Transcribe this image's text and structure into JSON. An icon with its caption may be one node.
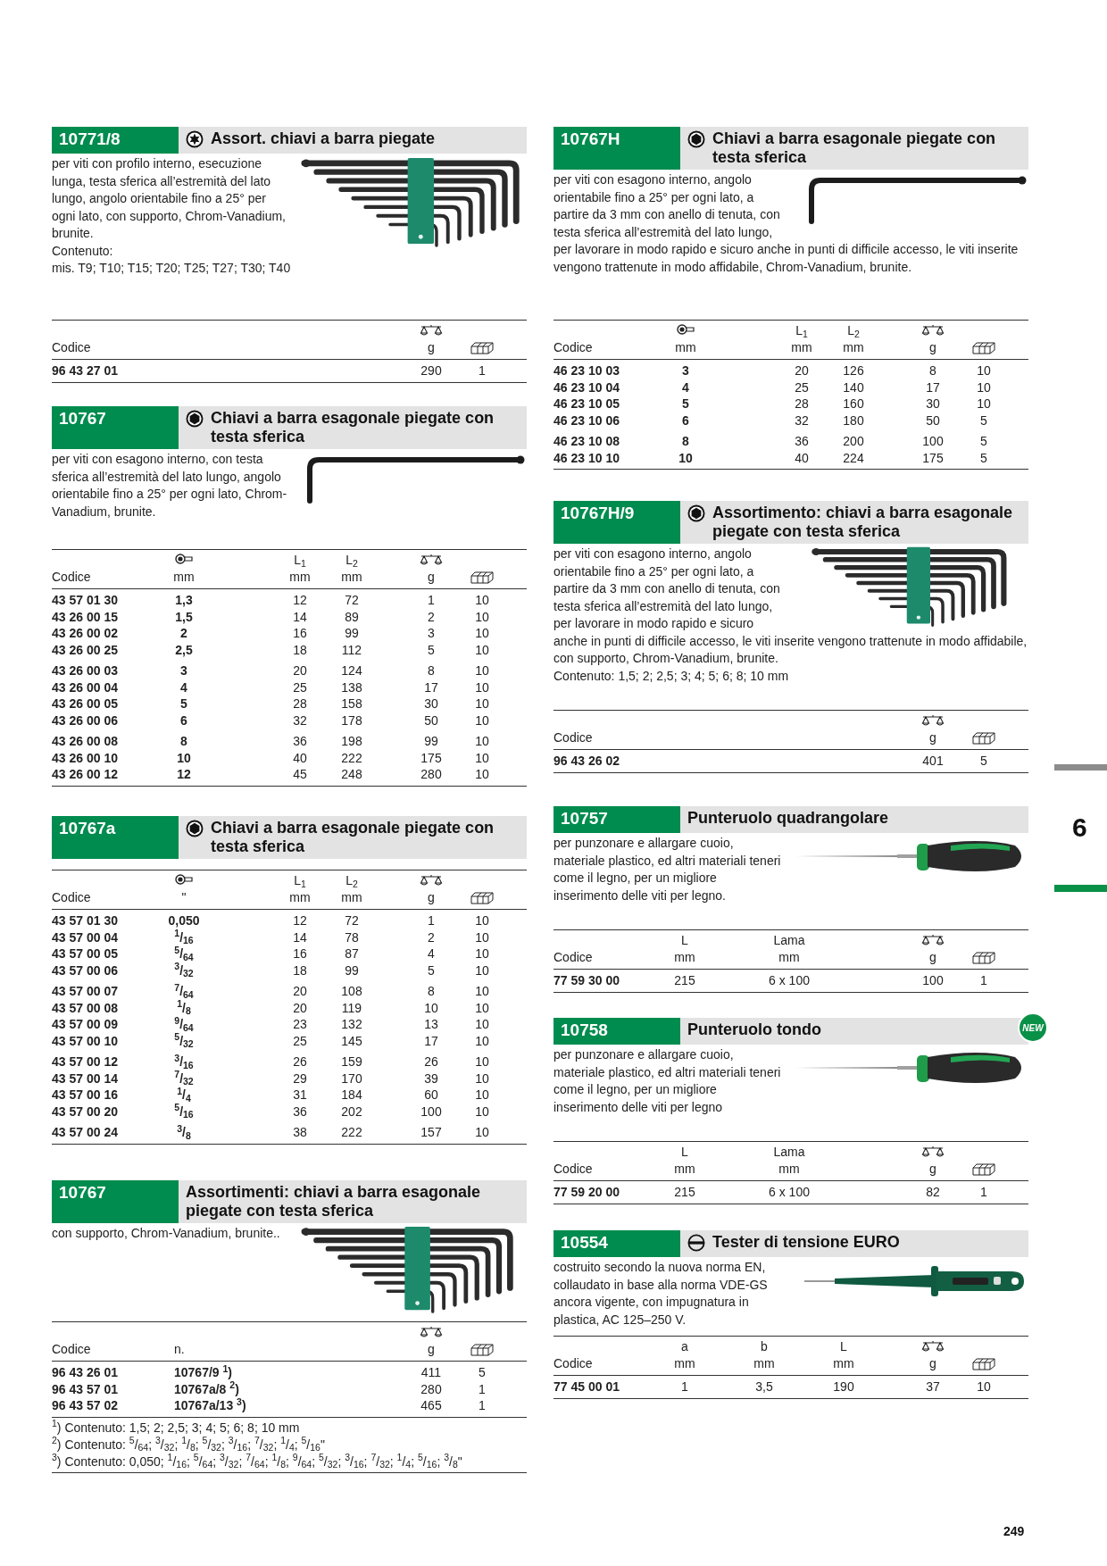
{
  "diagram": {
    "nodes": [
      {
        "text": [
          "10771/8",
          "Assort. chiavi a barra piegate"
        ]
      },
      {
        "text": [
          "10767",
          "Chiavi a barra esagonale piegate con testa sferica"
        ]
      },
      {
        "text": [
          "10767a",
          "Chiavi a barra esagonale piegate con testa sferica"
        ]
      },
      {
        "text": [
          "10767",
          "Assortimenti: chiavi a barra esagonale piegate con testa sferica"
        ]
      },
      {
        "text": [
          "10767H",
          "Chiavi a barra esagonale piegate con testa sferica"
        ]
      },
      {
        "text": [
          "10767H/9",
          "Assortimento: chiavi a barra esagonale piegate con testa sferica"
        ]
      },
      {
        "text": [
          "10757",
          "Punteruolo quadrangolare"
        ]
      },
      {
        "text": [
          "10758",
          "Punteruolo tondo"
        ]
      },
      {
        "text": [
          "NEW"
        ]
      },
      {
        "text": [
          "10554",
          "Tester di tensione EURO"
        ]
      }
    ],
    "labels": [
      "per viti con profilo interno, esecuzione lunga, testa sferica all’estremità del lato lungo, angolo orientabile fino a 25° per ogni lato, con supporto, Chrom-Vanadium, brunite.",
      "Contenuto:",
      "mis. T9; T10; T15; T20; T25; T27; T30; T40",
      "Codice",
      "g",
      "96 43 27 01",
      "290",
      "1",
      "per viti con esagono interno, con testa sferica all’estremità del lato lungo, angolo orientabile fino a 25° per ogni lato, Chrom-Vanadium, brunite.",
      "L$_{1}$",
      "L$_{2}$",
      "Codice",
      "mm",
      "mm",
      "mm",
      "g",
      "43 57 01 30",
      "1,3",
      "12",
      "72",
      "1",
      "10",
      "43 26 00 15",
      "1,5",
      "14",
      "89",
      "2",
      "10",
      "43 26 00 02",
      "2",
      "16",
      "99",
      "3",
      "10",
      "43 26 00 25",
      "2,5",
      "18",
      "112",
      "5",
      "10",
      "43 26 00 03",
      "3",
      "20",
      "124",
      "8",
      "10",
      "43 26 00 04",
      "4",
      "25",
      "138",
      "17",
      "10",
      "43 26 00 05",
      "5",
      "28",
      "158",
      "30",
      "10",
      "43 26 00 06",
      "6",
      "32",
      "178",
      "50",
      "10",
      "43 26 00 08",
      "8",
      "36",
      "198",
      "99",
      "10",
      "43 26 00 10",
      "10",
      "40",
      "222",
      "175",
      "10",
      "43 26 00 12",
      "12",
      "45",
      "248",
      "280",
      "10",
      "L$_{1}$",
      "L$_{2}$",
      "Codice",
      "\"",
      "mm",
      "mm",
      "g",
      "43 57 01 30",
      "0,050",
      "12",
      "72",
      "1",
      "10",
      "43 57 00 04",
      "$^{1}$/$_{16}$",
      "14",
      "78",
      "2",
      "10",
      "43 57 00 05",
      "$^{5}$/$_{64}$",
      "16",
      "87",
      "4",
      "10",
      "43 57 00 06",
      "$^{3}$/$_{32}$",
      "18",
      "99",
      "5",
      "10",
      "43 57 00 07",
      "$^{7}$/$_{64}$",
      "20",
      "108",
      "8",
      "10",
      "43 57 00 08",
      "$^{1}$/$_{8}$",
      "20",
      "119",
      "10",
      "10",
      "43 57 00 09",
      "$^{9}$/$_{64}$",
      "23",
      "132",
      "13",
      "10",
      "43 57 00 10",
      "$^{5}$/$_{32}$",
      "25",
      "145",
      "17",
      "10",
      "43 57 00 12",
      "$^{3}$/$_{16}$",
      "26",
      "159",
      "26",
      "10",
      "43 57 00 14",
      "$^{7}$/$_{32}$",
      "29",
      "170",
      "39",
      "10",
      "43 57 00 16",
      "$^{1}$/$_{4}$",
      "31",
      "184",
      "60",
      "10",
      "43 57 00 20",
      "$^{5}$/$_{16}$",
      "36",
      "202",
      "100",
      "10",
      "43 57 00 24",
      "$^{3}$/$_{8}$",
      "38",
      "222",
      "157",
      "10",
      "con supporto, Chrom-Vanadium, brunite..",
      "Codice",
      "n.",
      "g",
      "96 43 26 01",
      "10767/9 $^{1}$)",
      "411",
      "5",
      "96 43 57 01",
      "10767a/8 $^{2}$)",
      "280",
      "1",
      "96 43 57 02",
      "10767a/13 $^{3}$)",
      "465",
      "1",
      "$^{1}$) Contenuto: 1,5; 2; 2,5; 3; 4; 5; 6; 8; 10 mm",
      "$^{2}$) Contenuto: $^{5}$/$_{64}$; $^{3}$/$_{32}$; $^{1}$/$_{8}$; $^{5}$/$_{32}$; $^{3}$/$_{16}$; $^{7}$/$_{32}$; $^{1}$/$_{4}$; $^{5}$/$_{16}$\"",
      "$^{3}$) Contenuto: 0,050; $^{1}$/$_{16}$; $^{5}$/$_{64}$; $^{3}$/$_{32}$; $^{7}$/$_{64}$; $^{1}$/$_{8}$; $^{9}$/$_{64}$; $^{5}$/$_{32}$; $^{3}$/$_{16}$; $^{7}$/$_{32}$; $^{1}$/$_{4}$; $^{5}$/$_{16}$; $^{3}$/$_{8}$\"",
      "per viti con esagono interno, angolo orientabile fino a 25° per ogni lato, a partire da 3 mm con anello di tenuta, con testa sferica all’estremità del lato lungo, per lavorare in modo rapido e sicuro anche in punti di difficile accesso, le viti inserite vengono trattenute in modo affidabile, Chrom-Vanadium, brunite.",
      "L$_{1}$",
      "L$_{2}$",
      "Codice",
      "mm",
      "mm",
      "mm",
      "g",
      "46 23 10 03",
      "3",
      "20",
      "126",
      "8",
      "10",
      "46 23 10 04",
      "4",
      "25",
      "140",
      "17",
      "10",
      "46 23 10 05",
      "5",
      "28",
      "160",
      "30",
      "10",
      "46 23 10 06",
      "6",
      "32",
      "180",
      "50",
      "5",
      "46 23 10 08",
      "8",
      "36",
      "200",
      "100",
      "5",
      "46 23 10 10",
      "10",
      "40",
      "224",
      "175",
      "5",
      "per viti con esagono interno, angolo orientabile fino a 25° per ogni lato, a partire da 3 mm con anello di tenuta, con testa sferica all’estremità del lato lungo, per lavorare in modo rapido e sicuro anche in punti di difficile accesso, le viti inserite vengono trattenute in modo affidabile, con supporto, Chrom-Vanadium, brunite.",
      "Contenuto: 1,5; 2; 2,5; 3; 4; 5; 6; 8; 10 mm",
      "Codice",
      "g",
      "96 43 26 02",
      "401",
      "5",
      "per punzonare e allargare cuoio, materiale plastico, ed altri materiali teneri come il legno, per un migliore inserimento delle viti per legno.",
      "L",
      "Lama",
      "Codice",
      "mm",
      "mm",
      "g",
      "77 59 30 00",
      "215",
      "6 x 100",
      "100",
      "1",
      "per punzonare e allargare cuoio, materiale plastico, ed altri materiali teneri come il legno, per un migliore inserimento delle viti per legno",
      "L",
      "Lama",
      "Codice",
      "mm",
      "mm",
      "g",
      "77 59 20 00",
      "215",
      "6 x 100",
      "82",
      "1",
      "costruito secondo la nuova norma EN, collaudato in base alla norma VDE-GS ancora vigente, con impugnatura in plastica, AC 125–250 V.",
      "a",
      "b",
      "L",
      "Codice",
      "mm",
      "mm",
      "mm",
      "g",
      "77 45 00 01",
      "1",
      "3,5",
      "190",
      "37",
      "10",
      "6",
      "249"
    ]
  }
}
